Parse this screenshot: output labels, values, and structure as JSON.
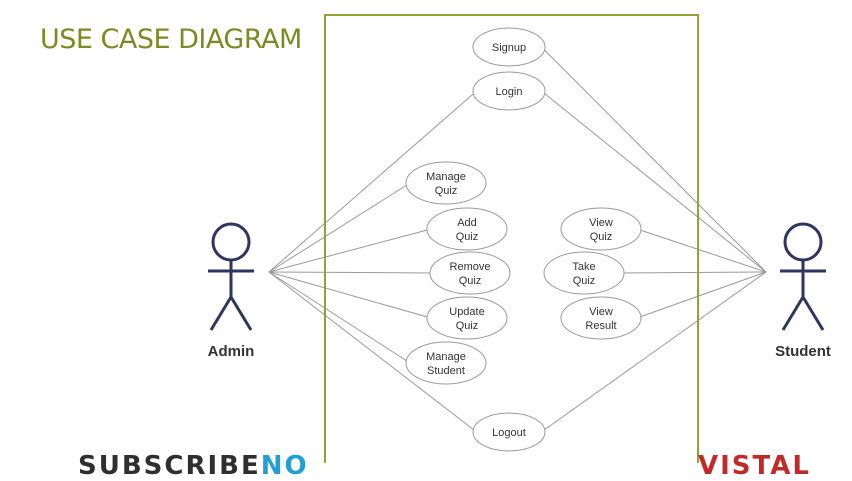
{
  "title": "USE CASE DIAGRAM",
  "colors": {
    "title": "#7a8b23",
    "system_boundary": "#8ea536",
    "actor": "#2e3560",
    "line": "#9a9a9a",
    "banner_left": "#2f2f2f",
    "banner_mid": "#1f9fd3",
    "banner_right": "#c22a2a"
  },
  "actors": [
    {
      "id": "admin",
      "label": "Admin"
    },
    {
      "id": "student",
      "label": "Student"
    }
  ],
  "use_cases": [
    {
      "id": "signup",
      "lines": [
        "Signup"
      ]
    },
    {
      "id": "login",
      "lines": [
        "Login"
      ]
    },
    {
      "id": "manage-quiz",
      "lines": [
        "Manage",
        "Quiz"
      ]
    },
    {
      "id": "add-quiz",
      "lines": [
        "Add",
        "Quiz"
      ]
    },
    {
      "id": "remove-quiz",
      "lines": [
        "Remove",
        "Quiz"
      ]
    },
    {
      "id": "update-quiz",
      "lines": [
        "Update",
        "Quiz"
      ]
    },
    {
      "id": "manage-student",
      "lines": [
        "Manage",
        "Student"
      ]
    },
    {
      "id": "logout",
      "lines": [
        "Logout"
      ]
    },
    {
      "id": "view-quiz",
      "lines": [
        "View",
        "Quiz"
      ]
    },
    {
      "id": "take-quiz",
      "lines": [
        "Take",
        "Quiz"
      ]
    },
    {
      "id": "view-result",
      "lines": [
        "View",
        "Result"
      ]
    }
  ],
  "associations": {
    "admin": [
      "login",
      "manage-quiz",
      "add-quiz",
      "remove-quiz",
      "update-quiz",
      "manage-student",
      "logout"
    ],
    "student": [
      "signup",
      "login",
      "view-quiz",
      "take-quiz",
      "view-result",
      "logout"
    ]
  },
  "banner": {
    "left": "SUBSCRIBE",
    "mid": "NO",
    "right": "VISTAL"
  }
}
